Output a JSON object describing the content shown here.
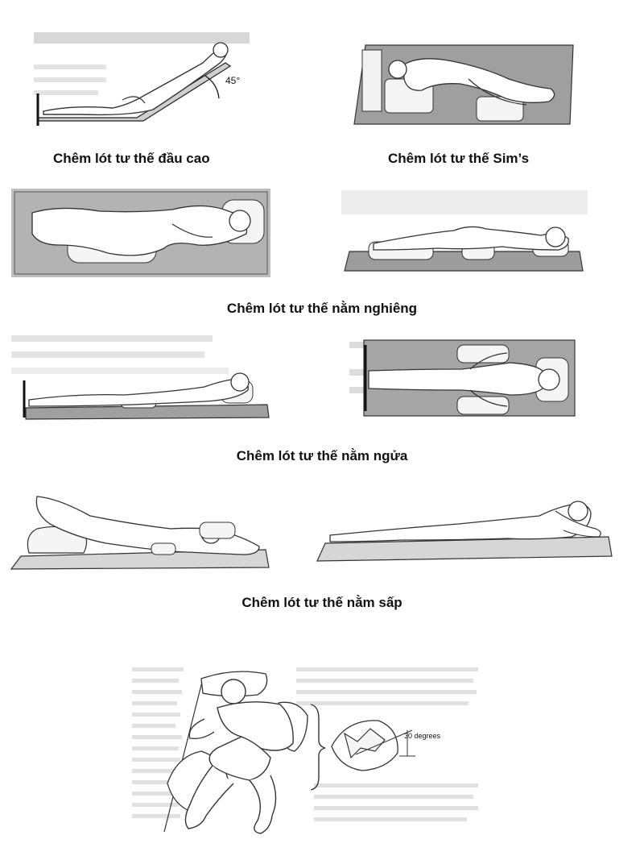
{
  "captions": {
    "head_up": "Chêm lót tư thế đầu cao",
    "sims": "Chêm lót tư thế Sim’s",
    "side_lying": "Chêm lót tư thế nằm nghiêng",
    "supine": "Chêm lót tư thế nằm ngửa",
    "prone": "Chêm lót tư thế nằm sấp"
  },
  "annotations": {
    "head_up_angle": "45°",
    "pillow_angle": "30 degrees"
  }
}
